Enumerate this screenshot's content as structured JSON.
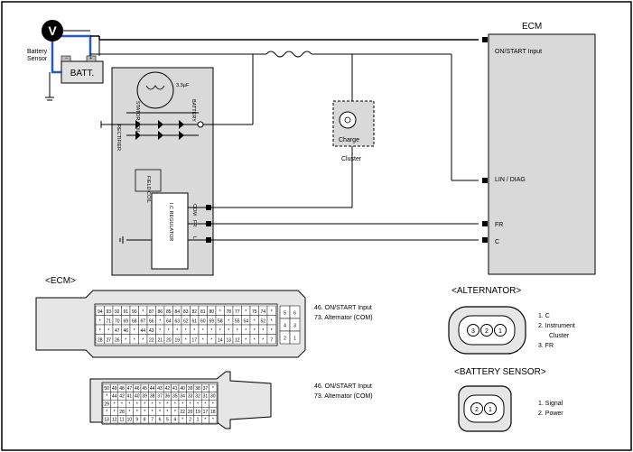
{
  "top": {
    "battery_sensor_label_line1": "Battery",
    "battery_sensor_label_line2": "Sensor",
    "volt_symbol": "V",
    "battery_label": "BATT.",
    "battery_minus": "−",
    "battery_plus": "+"
  },
  "alternator": {
    "stator_coil": "STATOR COIL",
    "battery_terminal": "BATTERY",
    "rectifier": "RECTIFIER",
    "field_coil": "FIELD COIL",
    "regulator": "I.C REGULATOR",
    "rotor_value": "3.3µF",
    "term_com": "COM",
    "term_fr": "FR",
    "term_l": "L"
  },
  "cluster": {
    "charge_label": "Charge",
    "cluster_label": "Cluster"
  },
  "ecm": {
    "title": "ECM",
    "on_start_input": "ON/START Input",
    "lin_diag": "LIN / DIAG",
    "fr": "FR",
    "c": "C"
  },
  "connectors": {
    "ecm_header": "<ECM>",
    "note1_line1": "46. ON/START Input",
    "note1_line2": "73. Alternator (COM)",
    "note2_line1": "46. ON/START Input",
    "note2_line2": "73. Alternator (COM)",
    "ecm1_rows": [
      "94|93|92|91|90|*|87|86|85|84|83|82|81|80|*|78|77|*|75|74|*",
      "*|71|70|69|68|67|66|*|64|63|62|61|60|59|58|*|55|54|*|52|*",
      "*|*|47|46|*|44|43|*|*|*|*|*|*|*|*|*|*|*|*|*|*",
      "28|27|26|*|*|*|22|21|20|19|*|17|*|*|14|13|12|*|*|*|7"
    ],
    "ecm1_right": [
      "5",
      "6",
      "4",
      "3",
      "2",
      "1"
    ],
    "ecm2_rows": [
      "50|49|48|47|46|45|44|43|42|41|40|39|38|37|*",
      "*|44|42|41|40|39|38|37|36|35|34|33|32|31|30",
      "29|*|*|*|*|*|*|*|*|*|*|*|*|*|*",
      "*|*|28|*|*|*|*|*|*|*|22|20|19|17|18",
      "13|12|11|10|9|8|7|6|5|4|*|2|1|*|*"
    ]
  },
  "alternator_connector": {
    "header": "<ALTERNATOR>",
    "pins": [
      "3",
      "2",
      "1"
    ],
    "legend": [
      "1. C",
      "2. Instrument",
      "Cluster",
      "3. FR"
    ]
  },
  "battery_sensor_connector": {
    "header": "<BATTERY SENSOR>",
    "pins": [
      "2",
      "1"
    ],
    "legend": [
      "1. Signal",
      "2. Power"
    ]
  }
}
